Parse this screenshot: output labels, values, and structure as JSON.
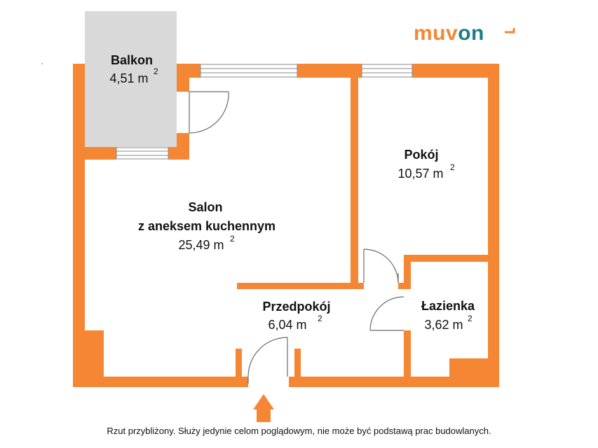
{
  "colors": {
    "wall": "#f58634",
    "balcony_fill": "#d9d9d9",
    "window_line": "#8a8a8a",
    "door_line": "#6b6b6b",
    "logo_orange": "#f58634",
    "logo_teal": "#1d7d86"
  },
  "logo": {
    "part_a": "muv",
    "part_b": "on"
  },
  "rooms": {
    "balkon": {
      "name": "Balkon",
      "area": "4,51 m",
      "sup": "2"
    },
    "salon": {
      "name_line1": "Salon",
      "name_line2": "z aneksem kuchennym",
      "area": "25,49 m",
      "sup": "2"
    },
    "pokoj": {
      "name": "Pokój",
      "area": "10,57 m",
      "sup": "2"
    },
    "przedpokoj": {
      "name": "Przedpokój",
      "area": "6,04 m",
      "sup": "2"
    },
    "lazienka": {
      "name": "Łazienka",
      "area": "3,62 m",
      "sup": "2"
    }
  },
  "icons": {
    "entrance": "entrance-arrow-icon",
    "logo_mark": "logo-swoosh-icon"
  },
  "disclaimer": "Rzut przybliżony. Służy jedynie celom poglądowym, nie może być podstawą prac budowlanych."
}
